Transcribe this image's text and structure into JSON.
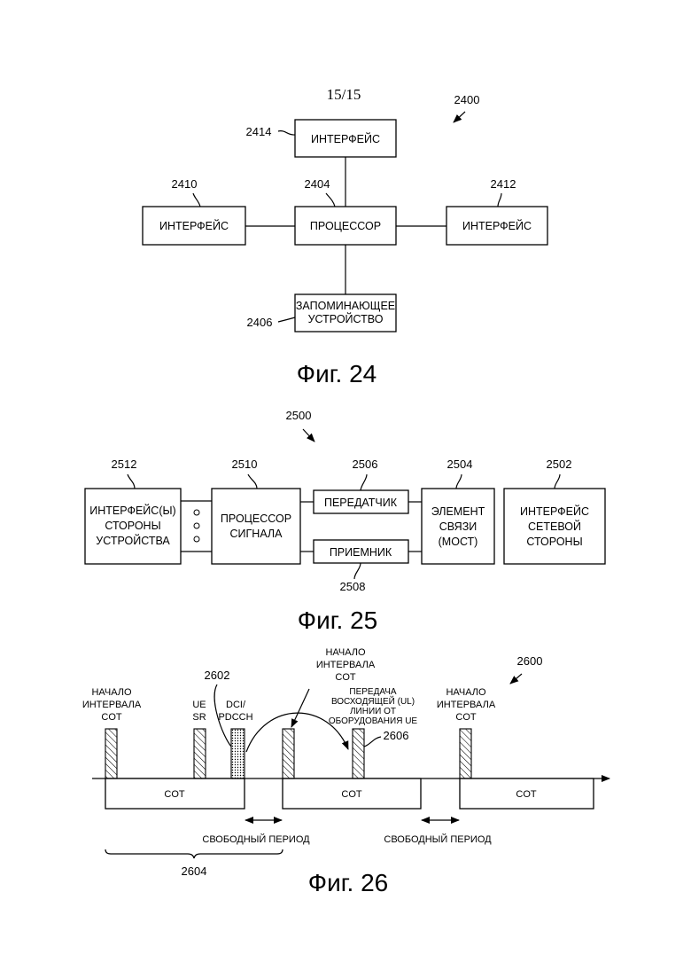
{
  "page_number": "15/15",
  "fig24": {
    "ref_main": "2400",
    "ref_interface_top": "2414",
    "ref_interface_left": "2410",
    "ref_processor": "2404",
    "ref_interface_right": "2412",
    "ref_memory": "2406",
    "interface_top": "ИНТЕРФЕЙС",
    "interface_left": "ИНТЕРФЕЙС",
    "processor": "ПРОЦЕССОР",
    "interface_right": "ИНТЕРФЕЙС",
    "memory_line1": "ЗАПОМИНАЮЩЕЕ",
    "memory_line2": "УСТРОЙСТВО",
    "caption": "Фиг. 24"
  },
  "fig25": {
    "ref_main": "2500",
    "ref_device_if": "2512",
    "ref_signal_proc": "2510",
    "ref_transmitter": "2506",
    "ref_comm_element": "2504",
    "ref_network_if": "2502",
    "ref_receiver": "2508",
    "device_if_line1": "ИНТЕРФЕЙС(Ы)",
    "device_if_line2": "СТОРОНЫ",
    "device_if_line3": "УСТРОЙСТВА",
    "signal_proc_line1": "ПРОЦЕССОР",
    "signal_proc_line2": "СИГНАЛА",
    "transmitter": "ПЕРЕДАТЧИК",
    "receiver": "ПРИЕМНИК",
    "comm_line1": "ЭЛЕМЕНТ",
    "comm_line2": "СВЯЗИ",
    "comm_line3": "(МОСТ)",
    "network_if_line1": "ИНТЕРФЕЙС",
    "network_if_line2": "СЕТЕВОЙ",
    "network_if_line3": "СТОРОНЫ",
    "caption": "Фиг. 25"
  },
  "fig26": {
    "ref_main": "2600",
    "ref_dci": "2602",
    "ref_ul": "2606",
    "ref_brace": "2604",
    "cot_start_left_1": "НАЧАЛО",
    "cot_start_left_2": "ИНТЕРВАЛА",
    "cot_start_left_3": "COT",
    "ue_sr_1": "UE",
    "ue_sr_2": "SR",
    "dci_1": "DCI/",
    "dci_2": "PDCCH",
    "cot_start_mid_1": "НАЧАЛО",
    "cot_start_mid_2": "ИНТЕРВАЛА",
    "cot_start_mid_3": "COT",
    "ul_1": "ПЕРЕДАЧА",
    "ul_2": "ВОСХОДЯЩЕЙ (UL)",
    "ul_3": "ЛИНИИ ОТ",
    "ul_4": "ОБОРУДОВАНИЯ UE",
    "cot_start_right_1": "НАЧАЛО",
    "cot_start_right_2": "ИНТЕРВАЛА",
    "cot_start_right_3": "COT",
    "cot_1": "COT",
    "cot_2": "COT",
    "cot_3": "COT",
    "free_1": "СВОБОДНЫЙ ПЕРИОД",
    "free_2": "СВОБОДНЫЙ ПЕРИОД",
    "caption": "Фиг. 26"
  }
}
